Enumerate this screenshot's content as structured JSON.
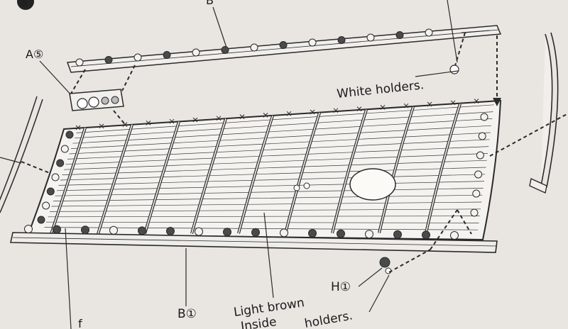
{
  "diagram": {
    "step_marker": "5",
    "part_labels": {
      "top_rail": "B",
      "lamp_block": "A⑤",
      "lower_rail": "B①",
      "holder": "H①"
    },
    "callouts": {
      "white_holders": "White holders.",
      "light_brown_line1": "Light brown",
      "light_brown_line2": "Inside",
      "holders_bottom": "holders.",
      "partial_bottom_left": "f"
    },
    "colors": {
      "paper": "#e9e6e2",
      "line": "#2a2a2a",
      "dark_holder": "#4a4a4a",
      "white_holder": "#f4f2ee"
    }
  }
}
